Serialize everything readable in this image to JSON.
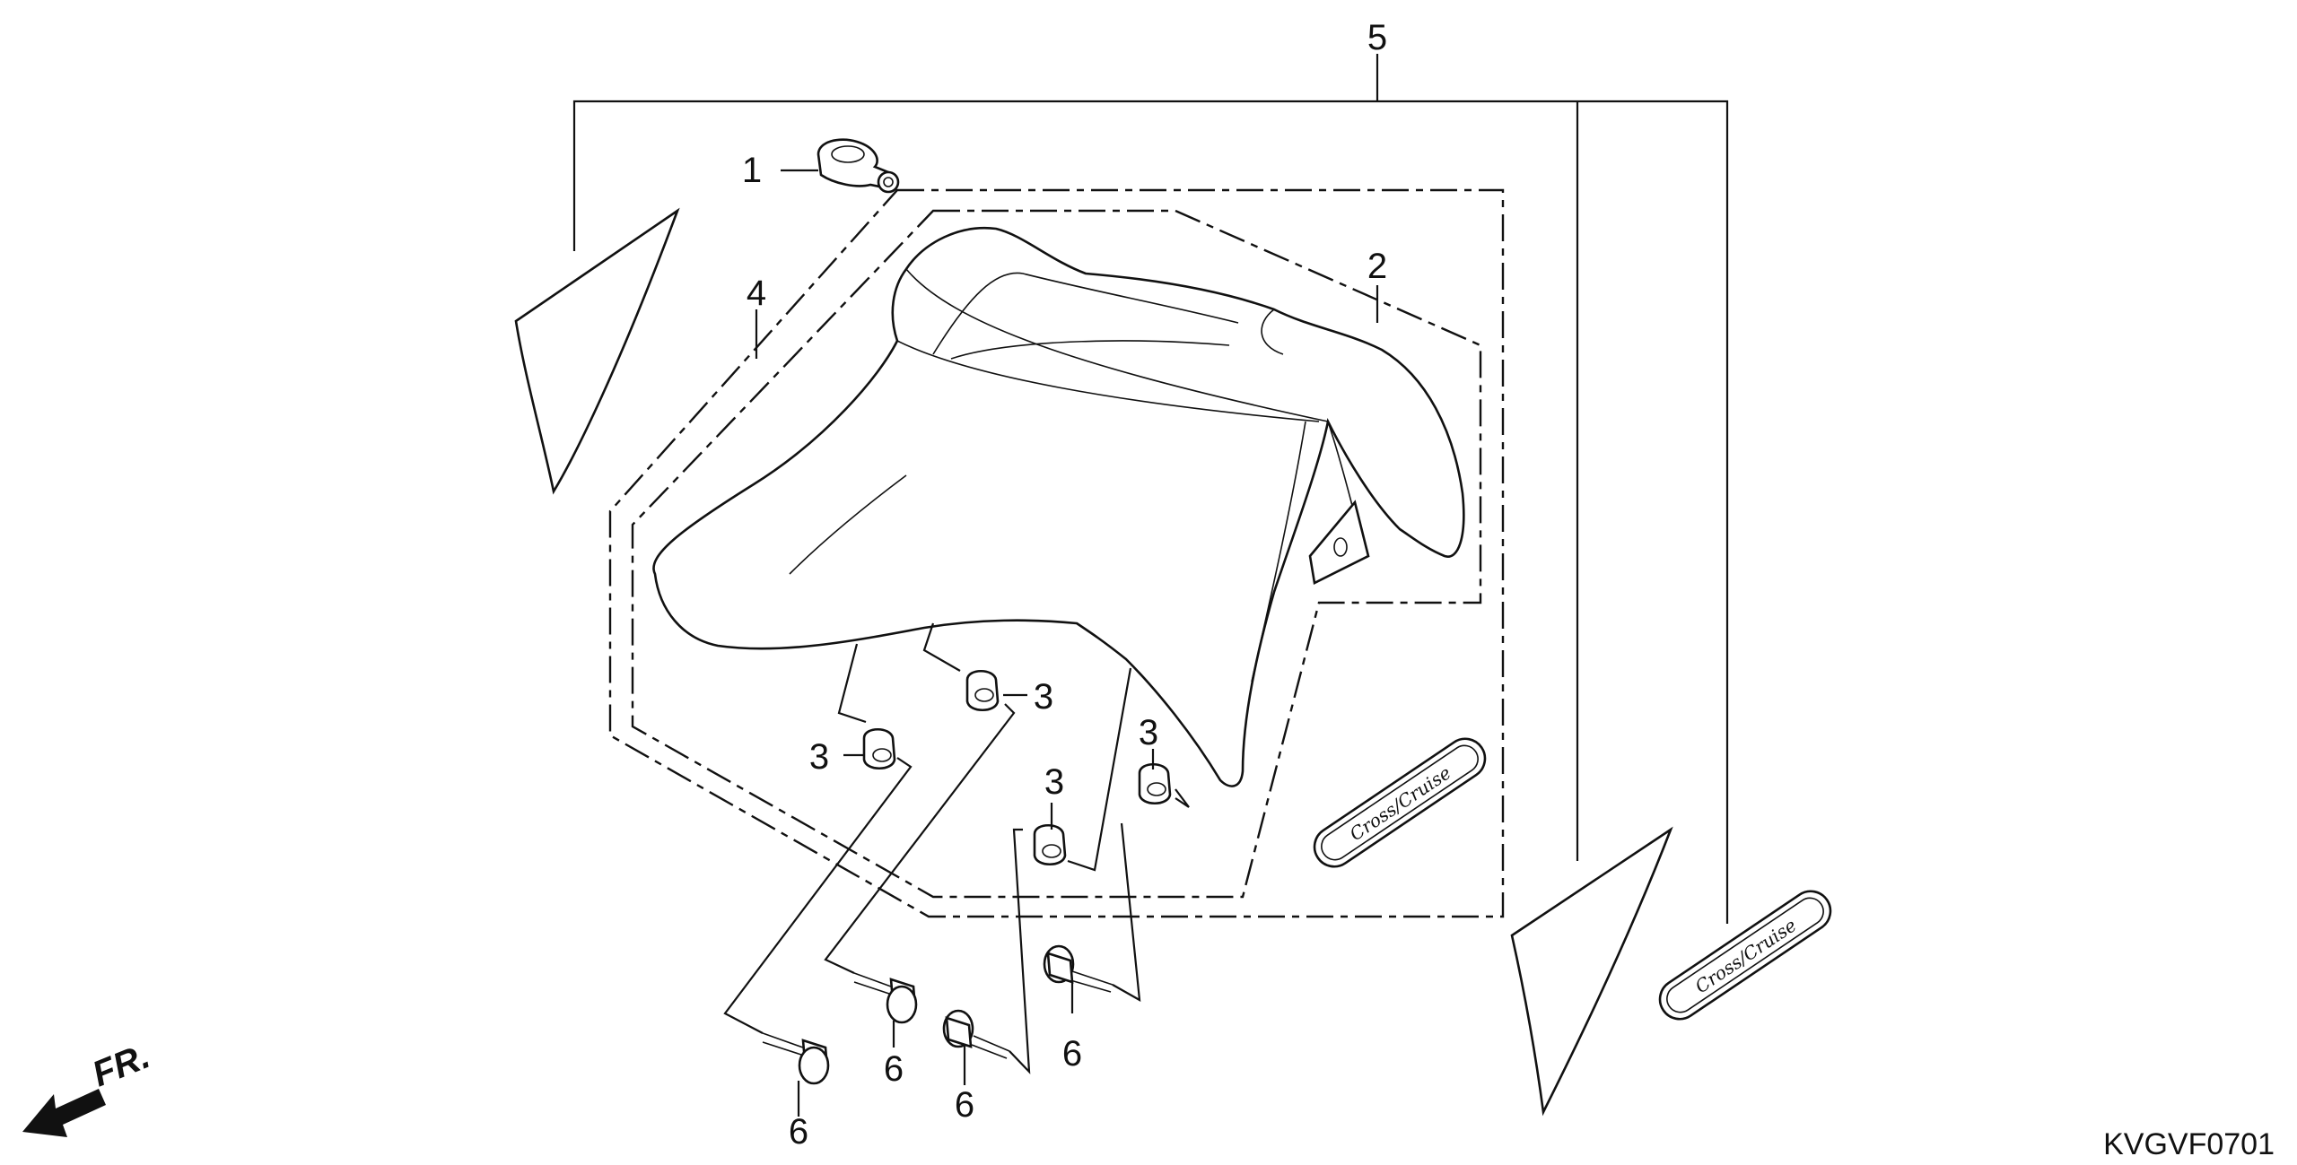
{
  "callouts": [
    {
      "id": "p1",
      "text": "1"
    },
    {
      "id": "p2",
      "text": "2"
    },
    {
      "id": "p3a",
      "text": "3"
    },
    {
      "id": "p3b",
      "text": "3"
    },
    {
      "id": "p3c",
      "text": "3"
    },
    {
      "id": "p3d",
      "text": "3"
    },
    {
      "id": "p4",
      "text": "4"
    },
    {
      "id": "p5",
      "text": "5"
    },
    {
      "id": "p6a",
      "text": "6"
    },
    {
      "id": "p6b",
      "text": "6"
    },
    {
      "id": "p6c",
      "text": "6"
    },
    {
      "id": "p6d",
      "text": "6"
    }
  ],
  "direction_label": "FR.",
  "diagram_code": "KVGVF0701",
  "emblem_text": "Cross/Cruise"
}
